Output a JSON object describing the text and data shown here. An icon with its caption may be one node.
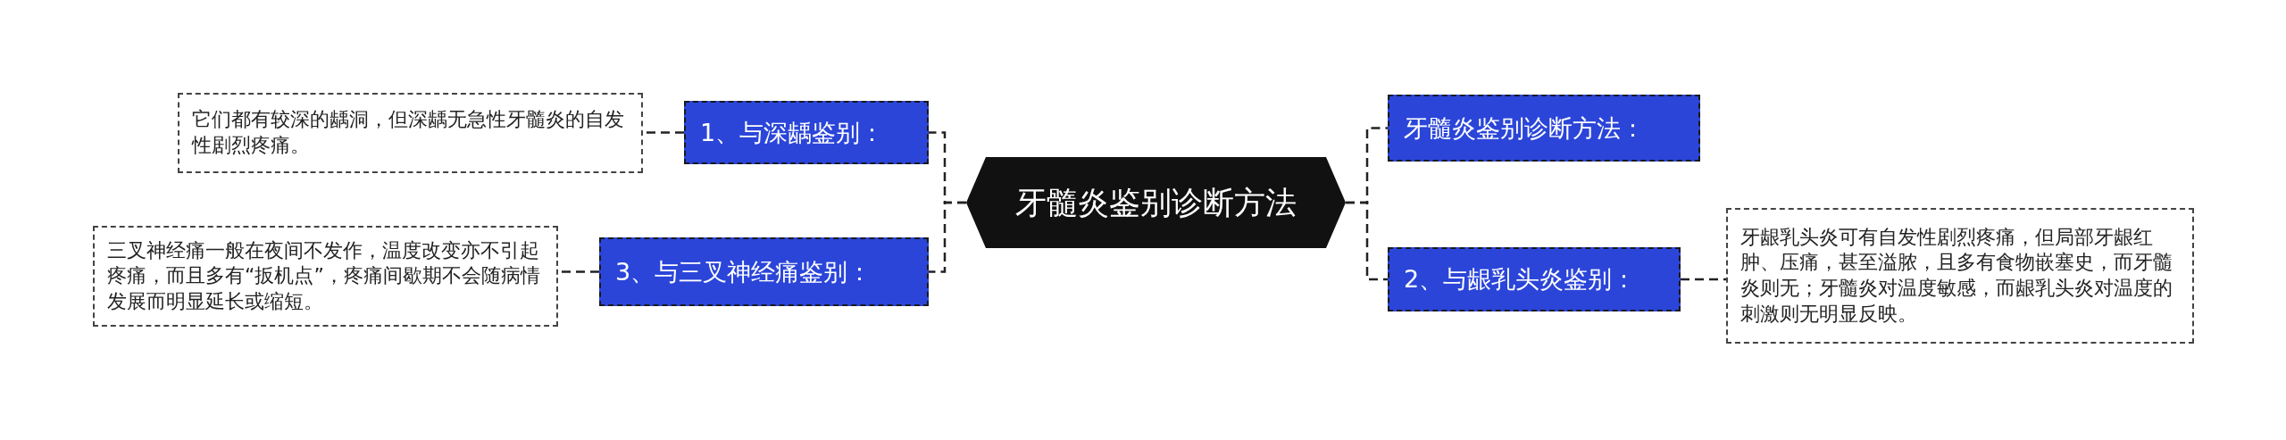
{
  "diagram": {
    "nodes": [
      {
        "text": [
          "牙髓炎鉴别诊断方法"
        ]
      },
      {
        "text": [
          "牙髓炎鉴别诊断方法："
        ]
      },
      {
        "text": [
          "2、与龈乳头炎鉴别："
        ]
      },
      {
        "text": [
          "牙龈乳头炎可有自发性剧烈疼痛，但局部牙龈红肿、压痛，甚至溢脓，且多有食物嵌塞史，而牙髓炎则无；牙髓炎对温度敏感，而龈乳头炎对温度的刺激则无明显反映。"
        ]
      },
      {
        "text": [
          "1、与深龋鉴别："
        ]
      },
      {
        "text": [
          "它们都有较深的龋洞，但深龋无急性牙髓炎的自发性剧烈疼痛。"
        ]
      },
      {
        "text": [
          "3、与三叉神经痛鉴别："
        ]
      },
      {
        "text": [
          "三叉神经痛一般在夜间不发作，温度改变亦不引起疼痛，而且多有“扳机点”，疼痛间歇期不会随病情发展而明显延长或缩短。"
        ]
      }
    ],
    "edges": [
      {
        "from": 0,
        "to": 1,
        "arrow": "none"
      },
      {
        "from": 0,
        "to": 2,
        "arrow": "none"
      },
      {
        "from": 2,
        "to": 3,
        "arrow": "none"
      },
      {
        "from": 0,
        "to": 4,
        "arrow": "none"
      },
      {
        "from": 4,
        "to": 5,
        "arrow": "none"
      },
      {
        "from": 0,
        "to": 6,
        "arrow": "none"
      },
      {
        "from": 6,
        "to": 7,
        "arrow": "none"
      }
    ]
  }
}
